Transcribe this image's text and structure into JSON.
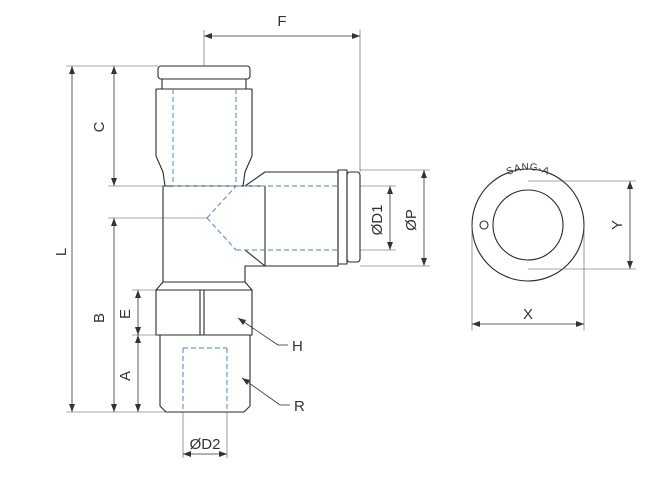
{
  "labels": {
    "F": "F",
    "C": "C",
    "L": "L",
    "B": "B",
    "E": "E",
    "A": "A",
    "H": "H",
    "R": "R",
    "D1": "ØD1",
    "P": "ØP",
    "D2": "ØD2",
    "X": "X",
    "Y": "Y",
    "brand": "SANG-A"
  },
  "colors": {
    "outline": "#2a2a2a",
    "hidden_line": "#4a86c8",
    "dimension": "#333333"
  }
}
